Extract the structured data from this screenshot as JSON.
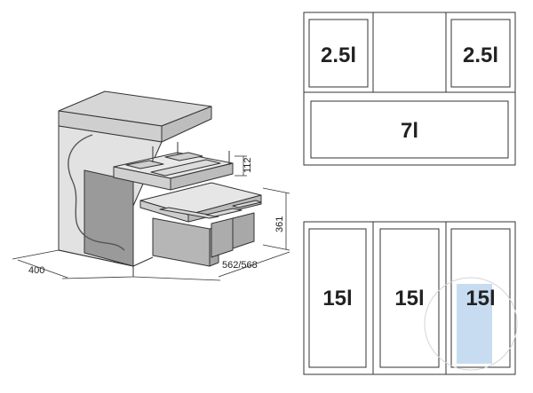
{
  "top_panel": {
    "left_compartment": "2.5l",
    "right_compartment": "2.5l",
    "bottom_compartment": "7l"
  },
  "bottom_panel": {
    "compartments": [
      "15l",
      "15l",
      "15l"
    ]
  },
  "dimensions": {
    "drawer_height": "112",
    "cabinet_height": "361",
    "cabinet_width": "400",
    "cabinet_depth": "562/568"
  },
  "colors": {
    "line": "#333333",
    "cabinet_top": "#d8d8d8",
    "cabinet_side": "#c4c4c4",
    "bin_fill": "#b8b8b8",
    "accent_bin": "#c7dcf0"
  }
}
